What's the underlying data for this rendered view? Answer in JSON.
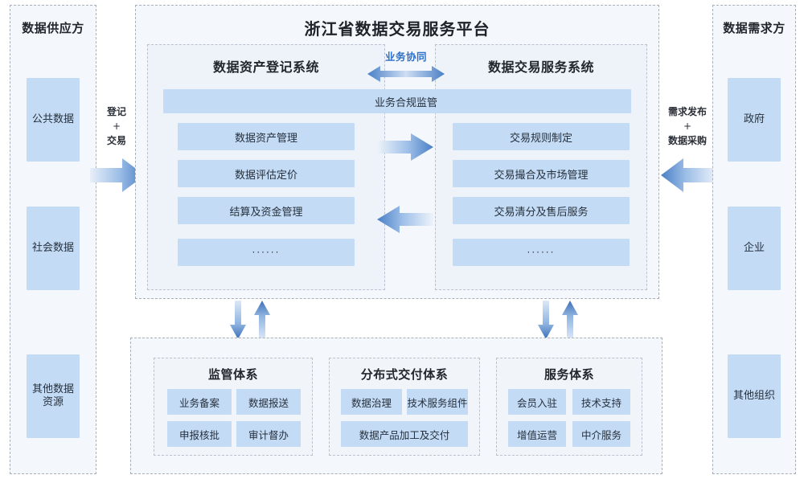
{
  "platform": {
    "title": "浙江省数据交易服务平台",
    "coordination_label": "业务协同",
    "compliance_label": "业务合规监管",
    "systems": [
      {
        "title": "数据资产登记系统",
        "items": [
          "数据资产管理",
          "数据评估定价",
          "结算及资金管理",
          "······"
        ]
      },
      {
        "title": "数据交易服务系统",
        "items": [
          "交易规则制定",
          "交易撮合及市场管理",
          "交易清分及售后服务",
          "······"
        ]
      }
    ]
  },
  "supply_side": {
    "title": "数据供应方",
    "items": [
      "公共数据",
      "社会数据",
      "其他数据资源"
    ]
  },
  "demand_side": {
    "title": "数据需求方",
    "items": [
      "政府",
      "企业",
      "其他组织"
    ]
  },
  "connectors": {
    "left": {
      "line1": "登记",
      "plus": "+",
      "line2": "交易"
    },
    "right": {
      "line1": "需求发布",
      "plus": "+",
      "line2": "数据采购"
    }
  },
  "support_groups": [
    {
      "title": "监管体系",
      "rows": [
        [
          "业务备案",
          "数据报送"
        ],
        [
          "申报核批",
          "审计督办"
        ]
      ]
    },
    {
      "title": "分布式交付体系",
      "rows": [
        [
          "数据治理",
          "技术服务组件"
        ],
        [
          "数据产品加工及交付"
        ]
      ]
    },
    {
      "title": "服务体系",
      "rows": [
        [
          "会员入驻",
          "技术支持"
        ],
        [
          "增值运营",
          "中介服务"
        ]
      ]
    }
  ],
  "colors": {
    "box_fill": "#c3dbf5",
    "panel_bg": "#f4f7fb",
    "system_bg": "#eef3f9",
    "accent_blue": "#2e6fc7",
    "arrow_blue": "#4a7fc6",
    "dash_border": "#a8b0bb",
    "text": "#26303c"
  }
}
